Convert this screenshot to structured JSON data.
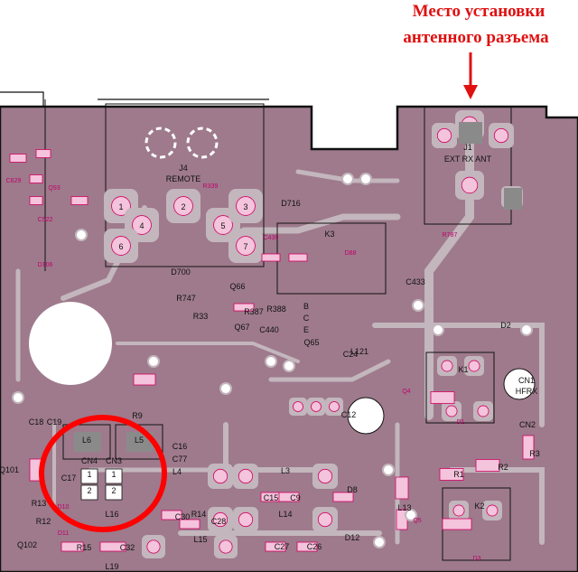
{
  "annotation": {
    "line1": "Место установки",
    "line2": "антенного разъема",
    "color": "#e01010"
  },
  "colors": {
    "board": "#9e7a8c",
    "trace": "#c3b6bd",
    "pad": "#f4c3dc",
    "pad_stroke": "#d0005f",
    "outline": "#111111",
    "marker": "#ff0000"
  },
  "connectors": {
    "j1": {
      "ref": "J1",
      "name": "EXT RX ANT"
    },
    "j4": {
      "ref": "J4",
      "name": "REMOTE",
      "pins": [
        "1",
        "2",
        "3",
        "4",
        "5",
        "6",
        "7"
      ]
    },
    "cn1": {
      "ref": "CN1",
      "name": "HFRX"
    },
    "cn2": {
      "ref": "CN2"
    },
    "cn3": {
      "ref": "CN3",
      "pins": [
        "1",
        "2"
      ]
    },
    "cn4": {
      "ref": "CN4",
      "pins": [
        "1",
        "2"
      ]
    }
  },
  "parts": {
    "relays": [
      "K1",
      "K2",
      "K3"
    ],
    "diodes": [
      "D1",
      "D2",
      "D3",
      "D8",
      "D10",
      "D11",
      "D12",
      "D88",
      "D106",
      "D700",
      "D716"
    ],
    "transistors": [
      "Q4",
      "Q5",
      "Q65",
      "Q66",
      "Q67",
      "Q93",
      "Q101",
      "Q102"
    ],
    "transistor_pins": [
      "B",
      "C",
      "E"
    ],
    "inductors": [
      "L3",
      "L4",
      "L5",
      "L6",
      "L13",
      "L14",
      "L15",
      "L16",
      "L19",
      "L121"
    ],
    "resistors": [
      "R1",
      "R2",
      "R3",
      "R9",
      "R12",
      "R13",
      "R14",
      "R15",
      "R33",
      "R339",
      "R387",
      "R388",
      "R747",
      "R787"
    ],
    "capacitors": [
      "C9",
      "C12",
      "C15",
      "C16",
      "C17",
      "C18",
      "C19",
      "C24",
      "C26",
      "C27",
      "C28",
      "C30",
      "C32",
      "C77",
      "C433",
      "C439",
      "C440",
      "C522",
      "C629"
    ]
  }
}
